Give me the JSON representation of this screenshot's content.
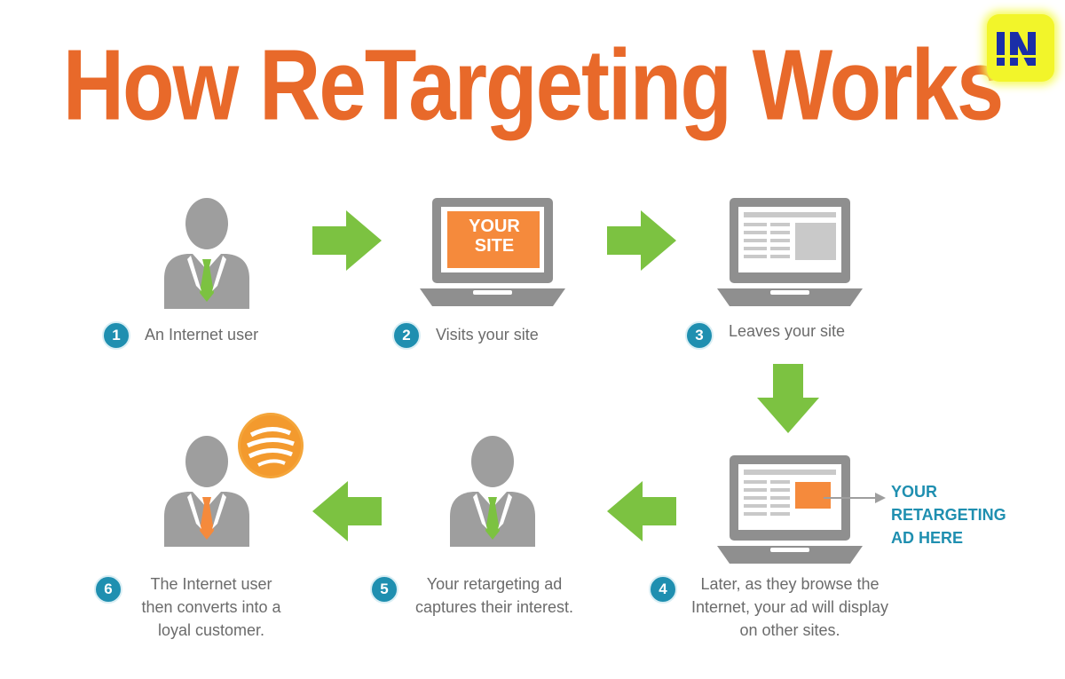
{
  "title": "How ReTargeting Works",
  "logo": {
    "icon": "in-logo-icon",
    "accent": "#f2f52a",
    "ink": "#1a2ea8"
  },
  "colors": {
    "title": "#e8692a",
    "arrow": "#7cc241",
    "figure": "#9e9e9e",
    "badge": "#1f8fb0",
    "highlight": "#f58a3c",
    "callout": "#1f8fb0"
  },
  "steps": [
    {
      "num": "1",
      "lines": [
        "An Internet user"
      ]
    },
    {
      "num": "2",
      "lines": [
        "Visits your site"
      ]
    },
    {
      "num": "3",
      "lines": [
        "Leaves your site"
      ]
    },
    {
      "num": "4",
      "lines": [
        "Later, as they browse the",
        "Internet, your ad will display",
        "on other sites."
      ]
    },
    {
      "num": "5",
      "lines": [
        "Your retargeting ad",
        "captures their interest."
      ]
    },
    {
      "num": "6",
      "lines": [
        "The Internet user",
        "then converts into a",
        "loyal customer."
      ]
    }
  ],
  "site_screen": {
    "lines": [
      "YOUR",
      "SITE"
    ]
  },
  "ad_callout": {
    "lines": [
      "YOUR",
      "RETARGETING",
      "AD HERE"
    ]
  }
}
